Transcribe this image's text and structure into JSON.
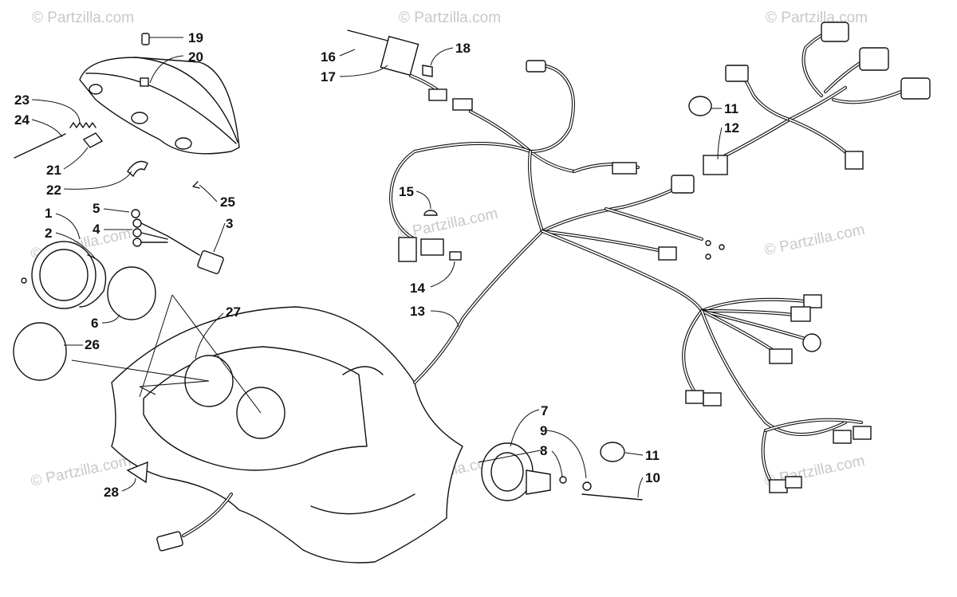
{
  "watermark": "© Partzilla.com",
  "callouts": {
    "c1": "1",
    "c2": "2",
    "c3": "3",
    "c4": "4",
    "c5": "5",
    "c6": "6",
    "c7": "7",
    "c8": "8",
    "c9": "9",
    "c10": "10",
    "c11a": "11",
    "c11b": "11",
    "c12": "12",
    "c13": "13",
    "c14": "14",
    "c15": "15",
    "c16": "16",
    "c17": "17",
    "c18": "18",
    "c19": "19",
    "c20": "20",
    "c21": "21",
    "c22": "22",
    "c23": "23",
    "c24": "24",
    "c25": "25",
    "c26": "26",
    "c27": "27",
    "c28": "28"
  }
}
